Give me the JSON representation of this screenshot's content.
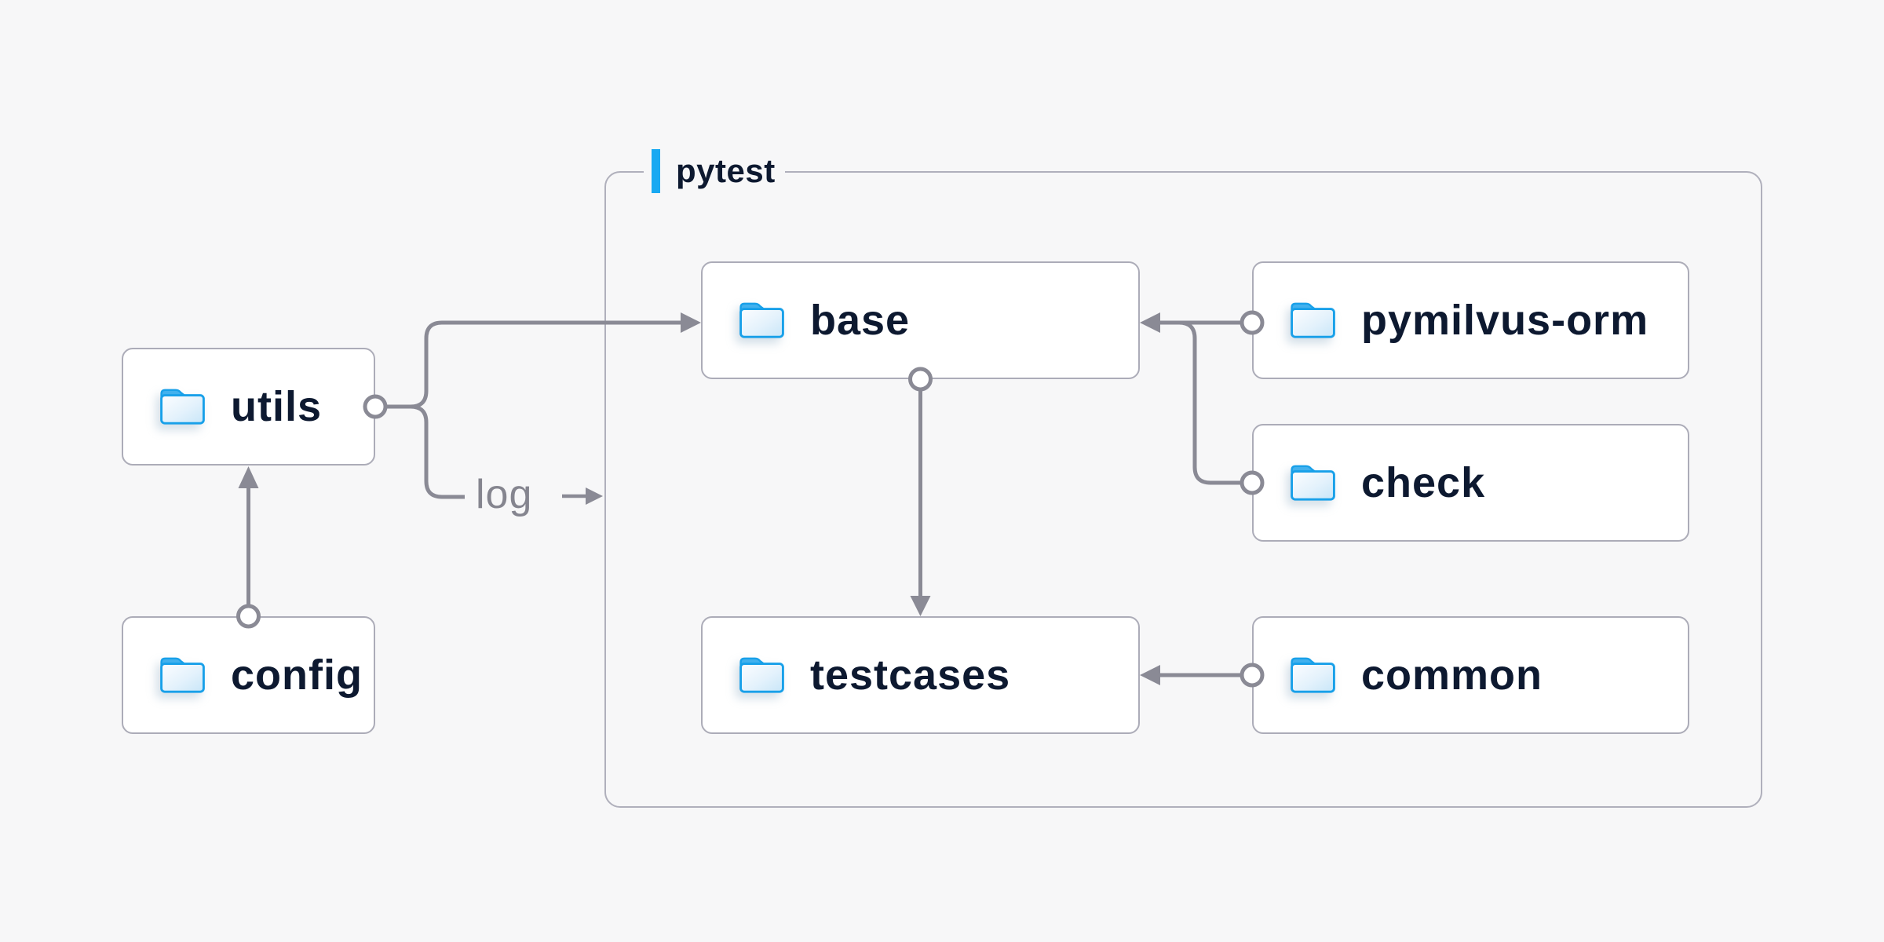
{
  "diagram": {
    "group": {
      "label": "pytest"
    },
    "nodes": [
      {
        "id": "utils",
        "label": "utils"
      },
      {
        "id": "config",
        "label": "config"
      },
      {
        "id": "base",
        "label": "base"
      },
      {
        "id": "testcases",
        "label": "testcases"
      },
      {
        "id": "pymilvus-orm",
        "label": "pymilvus-orm"
      },
      {
        "id": "check",
        "label": "check"
      },
      {
        "id": "common",
        "label": "common"
      }
    ],
    "edge_labels": {
      "log": "log"
    },
    "edges": [
      {
        "from": "config",
        "to": "utils"
      },
      {
        "from": "utils",
        "to": "base"
      },
      {
        "from": "utils",
        "to": "log",
        "label": "log"
      },
      {
        "from": "base",
        "to": "testcases"
      },
      {
        "from": "pymilvus-orm",
        "to": "base"
      },
      {
        "from": "check",
        "to": "base"
      },
      {
        "from": "common",
        "to": "testcases"
      }
    ],
    "colors": {
      "background": "#f7f7f8",
      "node_fill": "#ffffff",
      "node_border": "#acacb8",
      "group_border": "#b0b0bc",
      "connector": "#8a8a95",
      "node_text": "#0d1930",
      "edge_label_text": "#85858f",
      "accent_blue": "#18a9f2",
      "folder_blue": "#18a0e9",
      "folder_fill_light": "#c8e6f8"
    }
  }
}
